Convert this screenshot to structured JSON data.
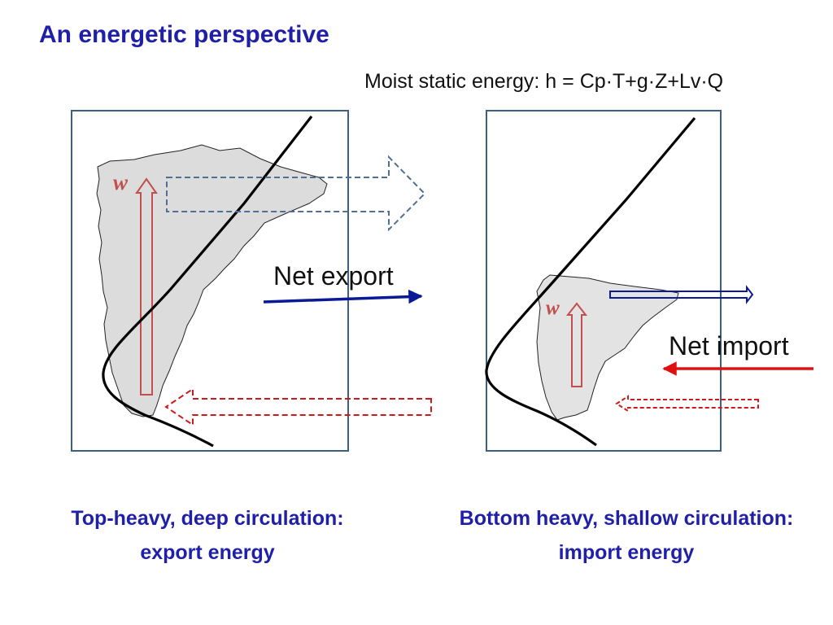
{
  "title": "An energetic perspective",
  "formula": "Moist static energy: h = Cp·T+g·Z+Lv·Q",
  "left_panel": {
    "w_label": "w",
    "flow_label": "Net export",
    "caption_line1": "Top-heavy, deep circulation:",
    "caption_line2": "export energy"
  },
  "right_panel": {
    "w_label": "w",
    "flow_label": "Net import",
    "caption_line1": "Bottom heavy, shallow circulation:",
    "caption_line2": "import energy"
  },
  "colors": {
    "title": "#1f1fa8",
    "box_border": "#3b5f82",
    "cloud_fill": "#dcdcdc",
    "vertical_arrow": "#c0504d",
    "dashed_blue": "#4f6f94",
    "dashed_red": "#cc1a1a",
    "export_arrow": "#0a1a96",
    "import_arrow": "#e01010",
    "profile_curve": "#000000"
  }
}
